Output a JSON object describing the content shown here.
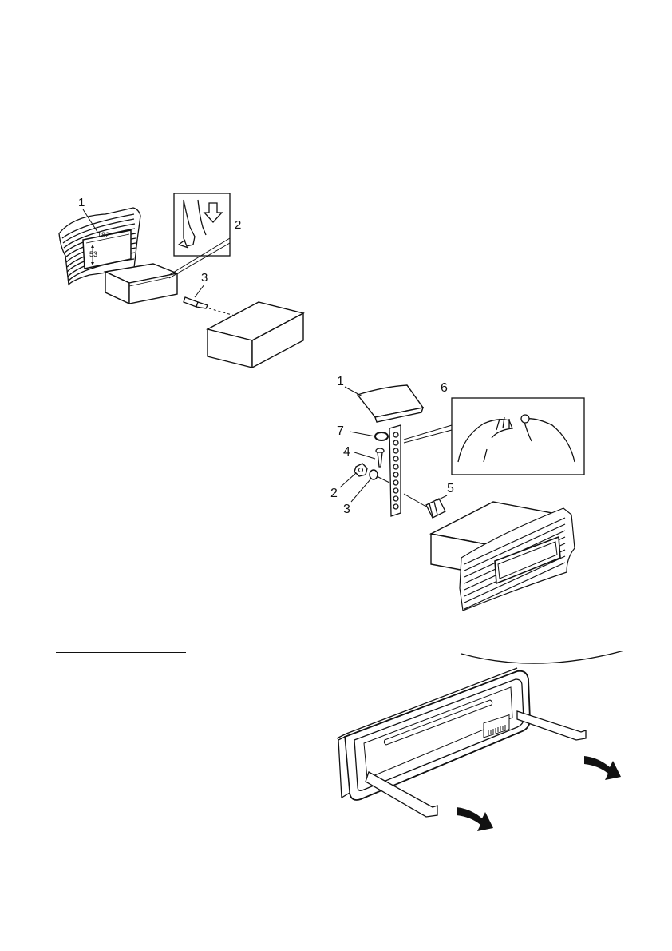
{
  "figure_1": {
    "callouts": [
      "1",
      "2",
      "3"
    ],
    "dim_width": "182",
    "dim_height": "53"
  },
  "figure_2": {
    "callouts": [
      "1",
      "6",
      "7",
      "4",
      "2",
      "3",
      "5"
    ]
  },
  "figure_3": {
    "arrow_icon": "curved-arrow-icon",
    "barcode_icon": "barcode-label-icon"
  }
}
